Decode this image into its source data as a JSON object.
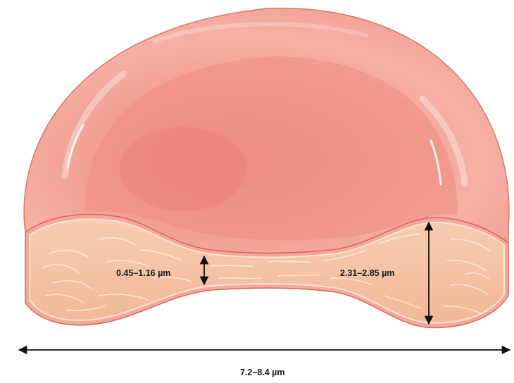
{
  "diagram": {
    "measurements": {
      "center_thickness": "0.45–1.16 µm",
      "rim_thickness": "2.31–2.85 µm",
      "diameter": "7.2–8.4 µm"
    },
    "colors": {
      "membrane": "#ef8f86",
      "membrane_highlight": "#fbd4cc",
      "membrane_edge": "#d9685d",
      "cytoplasm": "#f6c6a8",
      "cytoplasm_streak": "#fff4ea",
      "arrow": "#111111"
    }
  }
}
